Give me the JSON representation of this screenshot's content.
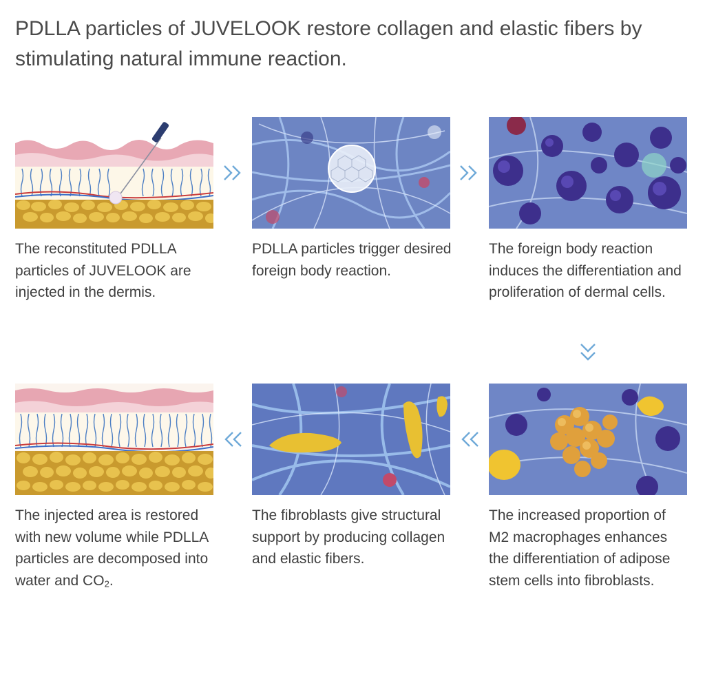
{
  "headline": "PDLLA particles of JUVELOOK restore collagen and elastic fibers by stimulating natural immune reaction.",
  "steps": [
    {
      "caption": "The reconstituted PDLLA particles of JUVELOOK are injected in the dermis."
    },
    {
      "caption": "PDLLA particles trigger desired foreign body reaction."
    },
    {
      "caption": "The foreign body reaction induces the differentiation and proliferation of dermal cells."
    },
    {
      "caption": "The increased proportion of M2 macrophages enhances the differentiation of adipose stem cells into fibroblasts."
    },
    {
      "caption": "The fibroblasts give structural support by producing collagen and elastic fibers."
    },
    {
      "caption_main": "The injected area is restored with new volume while PDLLA particles are decomposed into water and CO",
      "caption_sub": "2",
      "caption_end": "."
    }
  ],
  "colors": {
    "arrow": "#6ea9d8",
    "text": "#3f3f3f",
    "headline": "#4a4a4a"
  }
}
